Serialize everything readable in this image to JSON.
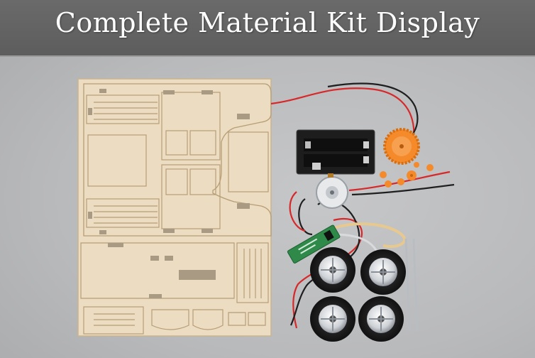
{
  "banner": {
    "title": "Complete Material Kit Display"
  },
  "photo": {
    "items": [
      "wooden-panel",
      "battery-holder",
      "motor",
      "gears",
      "circuit-board",
      "wheels",
      "axles",
      "wires",
      "rubber-band"
    ]
  },
  "colors": {
    "banner": "#5f5f5f",
    "wood": "#ecdcc2",
    "backdrop": "#bcbdbf",
    "gear": "#f48a2a",
    "wire_red": "#d7282a",
    "wire_black": "#1f1f1f",
    "pcb": "#2f8a4a"
  }
}
